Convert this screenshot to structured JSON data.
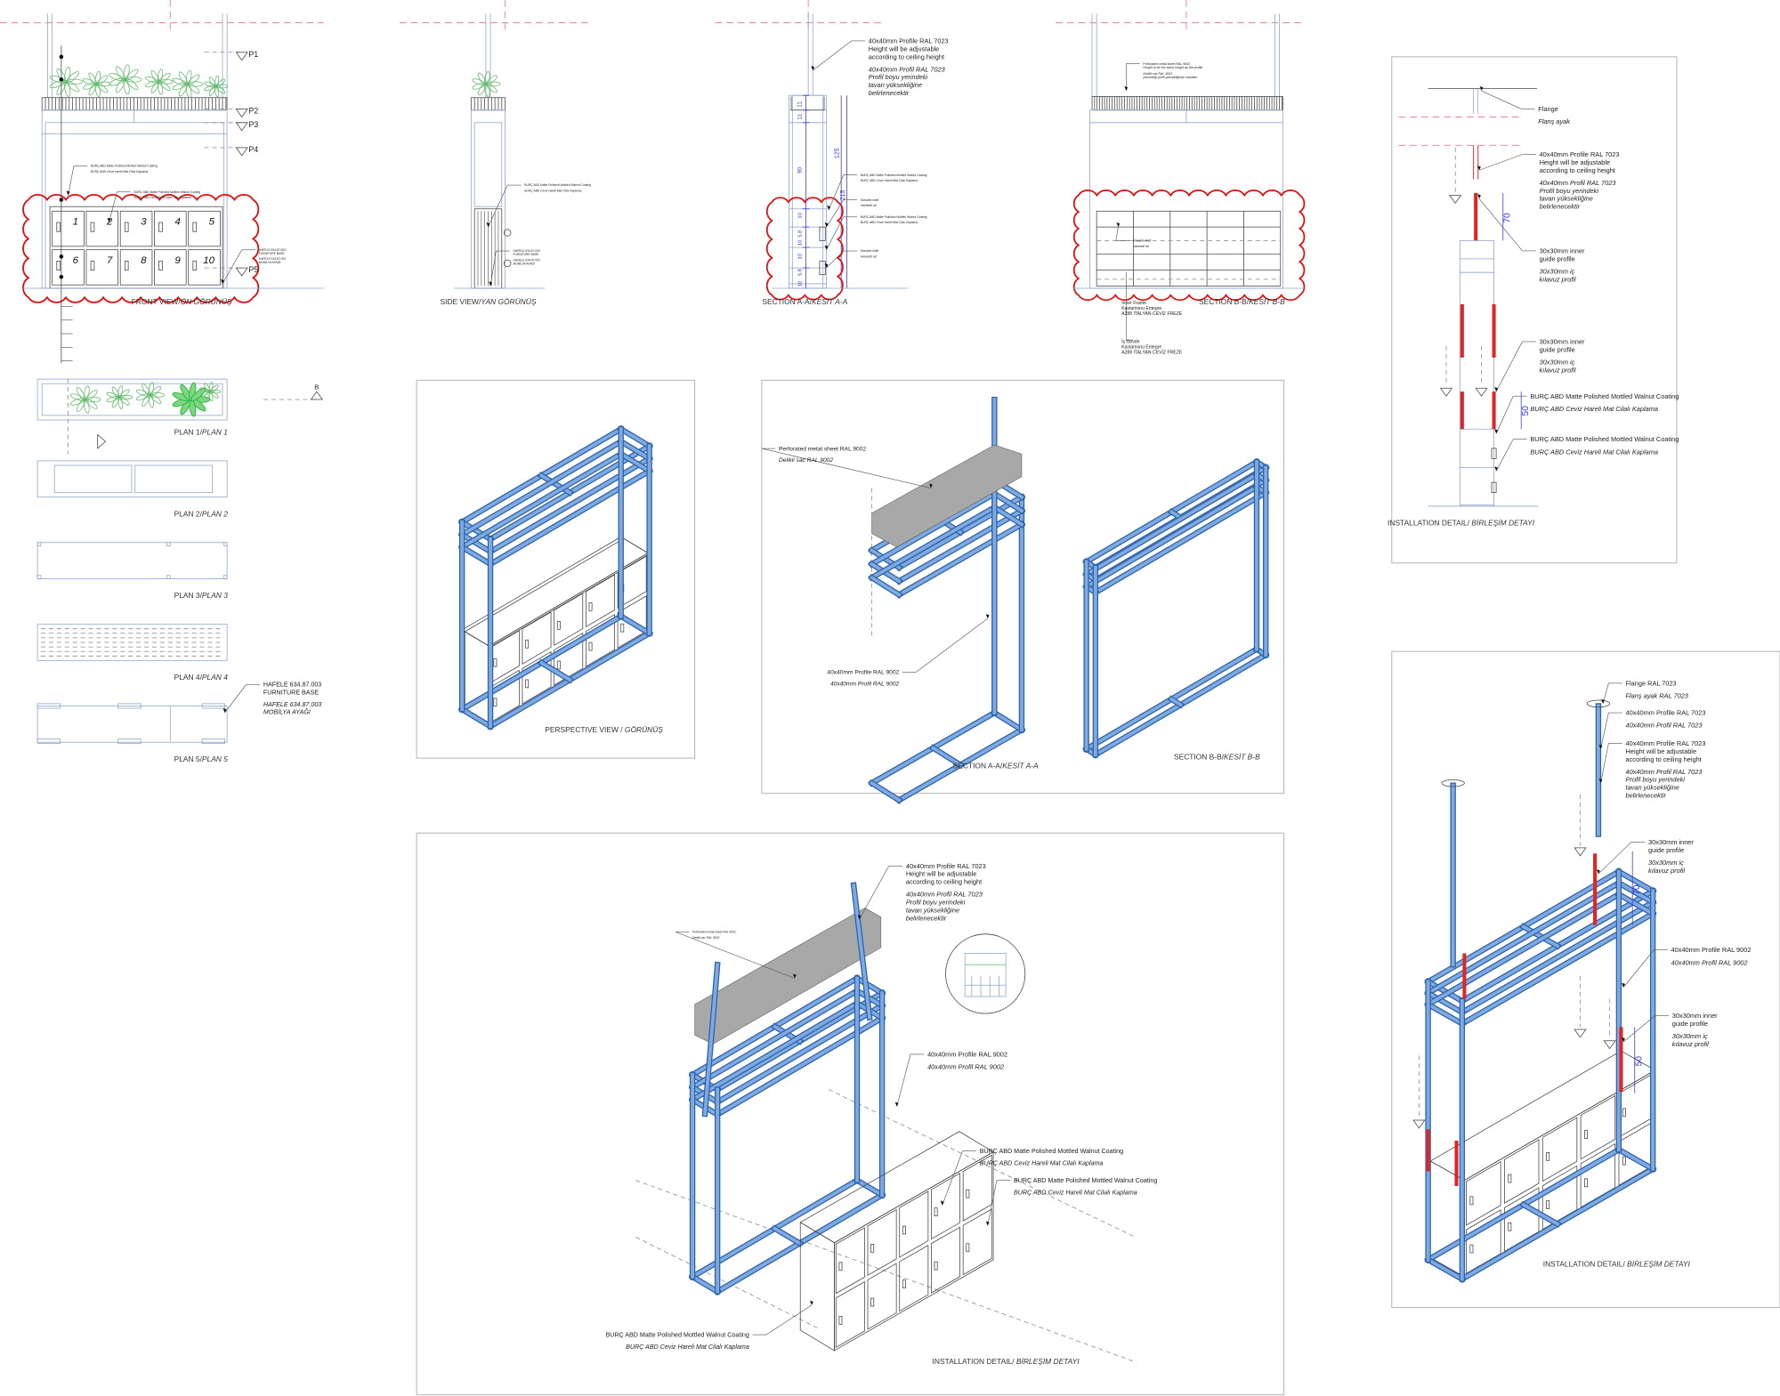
{
  "titles": {
    "front": {
      "main": "FRONT VIEW/",
      "italic": "ÖN GÖRÜNÜŞ"
    },
    "side": {
      "main": "SIDE VIEW/",
      "italic": "YAN GÖRÜNÜŞ"
    },
    "secA": {
      "main": "SECTION A-A/",
      "italic": "KESİT A-A"
    },
    "secB": {
      "main": "SECTION B-B/",
      "italic": "KESİT B-B"
    },
    "plan1": {
      "main": "PLAN 1/",
      "italic": "PLAN 1"
    },
    "plan2": {
      "main": "PLAN 2/",
      "italic": "PLAN 2"
    },
    "plan3": {
      "main": "PLAN 3/",
      "italic": "PLAN 3"
    },
    "plan4": {
      "main": "PLAN 4/",
      "italic": "PLAN 4"
    },
    "plan5": {
      "main": "PLAN 5/",
      "italic": "PLAN 5"
    },
    "persp": {
      "main": "PERSPECTIVE VIEW / ",
      "italic": "GÖRÜNÜŞ"
    },
    "isoA": {
      "main": "SECTION A-A/",
      "italic": "KESİT A-A"
    },
    "isoB": {
      "main": "SECTION B-B/",
      "italic": "KESİT B-B"
    },
    "install_bottom": {
      "main": "INSTALLATION DETAIL/ ",
      "italic": "BİRLEŞİM DETAYI"
    },
    "install_rt": {
      "main": "INSTALLATION DETAIL/ ",
      "italic": "BİRLEŞİM DETAYI"
    },
    "install_rb": {
      "main": "INSTALLATION DETAIL/ ",
      "italic": "BİRLEŞİM DETAYI"
    }
  },
  "levels": [
    "P1",
    "P2",
    "P3",
    "P4",
    "P5"
  ],
  "locker_numbers": [
    "1",
    "2",
    "3",
    "4",
    "5",
    "6",
    "7",
    "8",
    "9",
    "10"
  ],
  "section_marker": "B",
  "dims": {
    "a11a": "11",
    "a11b": "11",
    "a90": "90",
    "a125": "125",
    "a215": "215",
    "a10a": "10",
    "a58a": "5.8",
    "a10b": "10",
    "a10c": "10",
    "a58b": "5.8",
    "a10d": "10",
    "rt70": "70",
    "rt50": "50",
    "rb70": "70",
    "rb50": "50"
  },
  "notes": {
    "fv_coat": {
      "lines": [
        "BURÇ ABD Matte Polished Mottled Walnut Coating"
      ],
      "italic": [
        "BURÇ ABD Ceviz Hareli Mat Cilalı Kaplama"
      ]
    },
    "fv_coat2": {
      "lines": [
        "BURÇ ABD Matte Polished Mottled Walnut Coating"
      ],
      "italic": [
        "BURÇ ABD Ceviz Hareli Mat Cilalı Kaplama"
      ]
    },
    "fv_base": {
      "lines": [
        "HAFELE 634.87.003",
        "FURNITURE BASE"
      ],
      "italic": [
        "HAFELE 634.87.003",
        "MOBİLYA AYAĞI"
      ]
    },
    "sv_coat": {
      "lines": [
        "BURÇ ABD Matte Polished Mottled Walnut Coating"
      ],
      "italic": [
        "BURÇ ABD Ceviz Hareli Mat Cilalı Kaplama"
      ]
    },
    "sv_base": {
      "lines": [
        "HAFELE 634.87.003",
        "FURNITURE BASE"
      ],
      "italic": [
        "HAFELE 634.87.003",
        "MOBİLYA AYAĞI"
      ]
    },
    "sa_profile": {
      "lines": [
        "40x40mm Profile RAL 7023",
        "Height will be adjustable",
        "according to ceiling height"
      ],
      "italic": [
        "40x40mm Profil RAL 7023",
        "Profil boyu yerindeki",
        "tavan yüksekliğine",
        "belirlenecektir"
      ]
    },
    "sa_coat1": {
      "lines": [
        "BURÇ ABD Matte Polished Mottled Walnut Coating"
      ],
      "italic": [
        "BURÇ ABD Ceviz Hareli Mat Cilalı Kaplama"
      ]
    },
    "sa_shelf1": {
      "lines": [
        "Movable shelf"
      ],
      "italic": [
        "Hareketli raf"
      ]
    },
    "sa_coat2": {
      "lines": [
        "BURÇ ABD Matte Polished Mottled Walnut Coating"
      ],
      "italic": [
        "BURÇ ABD Ceviz Hareli Mat Cilalı Kaplama"
      ]
    },
    "sa_shelf2": {
      "lines": [
        "Movable shelf"
      ],
      "italic": [
        "Hareketli raf"
      ]
    },
    "sb_perf": {
      "lines": [
        "Perforated metal sheet RAL 9002",
        "Height to be the same height as the profile"
      ],
      "italic": [
        "Delikli sac RAL 9002",
        "yüksekliği profil yüksekliğinde olacaktır"
      ]
    },
    "sb_shelf": {
      "lines": [
        "Movable shelf"
      ],
      "italic": [
        "Hareketli raf"
      ]
    },
    "sb_inner": {
      "lines": [
        "Inner Frame",
        "Kastamonu Entegre",
        "A288 İTALYAN CEVİZ FREZE"
      ]
    },
    "sb_body": {
      "lines": [
        "İç Gövde",
        "Kastamonu Entegre",
        "A288 İTALYAN CEVİZ FREZE"
      ]
    },
    "p5_base": {
      "lines": [
        "HAFELE 634.87.003",
        "FURNITURE BASE"
      ],
      "italic": [
        "HAFELE 634.87.003",
        "MOBİLYA AYAĞI"
      ]
    },
    "iso_perf": {
      "lines": [
        "Perforated metal sheet RAL 9002"
      ],
      "italic": [
        "Delikli sac RAL 9002"
      ]
    },
    "iso_prof": {
      "lines": [
        "40x40mm Profile RAL 9002"
      ],
      "italic": [
        "40x40mm Profil RAL 9002"
      ]
    },
    "bi_profile": {
      "lines": [
        "40x40mm Profile RAL 7023",
        "Height will be adjustable",
        "according to ceiling height"
      ],
      "italic": [
        "40x40mm Profil RAL 7023",
        "Profil boyu yerindeki",
        "tavan yüksekliğine",
        "belirlenecektir"
      ]
    },
    "bi_perf": {
      "lines": [
        "Perforated metal sheet RAL 9002"
      ],
      "italic": [
        "Delikli sac RAL 9002"
      ]
    },
    "bi_prof9002": {
      "lines": [
        "40x40mm Profile RAL 9002"
      ],
      "italic": [
        "40x40mm Profil RAL 9002"
      ]
    },
    "bi_coat1": {
      "lines": [
        "BURÇ ABD Matte Polished Mottled Walnut Coating"
      ],
      "italic": [
        "BURÇ ABD Ceviz Hareli Mat Cilalı Kaplama"
      ]
    },
    "bi_coat2": {
      "lines": [
        "BURÇ ABD Matte Polished Mottled Walnut Coating"
      ],
      "italic": [
        "BURÇ ABD Ceviz Hareli Mat Cilalı Kaplama"
      ]
    },
    "bi_coat3": {
      "lines": [
        "BURÇ ABD Matte Polished Mottled Walnut Coating"
      ],
      "italic": [
        "BURÇ ABD Ceviz Hareli Mat Cilalı Kaplama"
      ]
    },
    "rt_flange": {
      "lines": [
        "Flange"
      ],
      "italic": [
        "Flanş ayak"
      ]
    },
    "rt_profile": {
      "lines": [
        "40x40mm Profile RAL 7023",
        "Height will be adjustable",
        "according to ceiling height"
      ],
      "italic": [
        "40x40mm Profil RAL 7023",
        "Profil boyu yerindeki",
        "tavan yüksekliğine",
        "belirlenecektir"
      ]
    },
    "rt_guide1": {
      "lines": [
        "30x30mm inner",
        "guide profile"
      ],
      "italic": [
        "30x30mm iç",
        "kılavuz profil"
      ]
    },
    "rt_guide2": {
      "lines": [
        "30x30mm inner",
        "guide profile"
      ],
      "italic": [
        "30x30mm iç",
        "kılavuz profil"
      ]
    },
    "rt_coat1": {
      "lines": [
        "BURÇ ABD Matte Polished Mottled Walnut Coating"
      ],
      "italic": [
        "BURÇ ABD Ceviz Hareli Mat Cilalı Kaplama"
      ]
    },
    "rt_coat2": {
      "lines": [
        "BURÇ ABD Matte Polished Mottled Walnut Coating"
      ],
      "italic": [
        "BURÇ ABD Ceviz Hareli Mat Cilalı Kaplama"
      ]
    },
    "rb_flange": {
      "lines": [
        "Flange RAL 7023"
      ],
      "italic": [
        "Flanş ayak RAL 7023"
      ]
    },
    "rb_prof7023": {
      "lines": [
        "40x40mm Profile RAL 7023"
      ],
      "italic": [
        "40x40mm Profil RAL 7023"
      ]
    },
    "rb_adjust": {
      "lines": [
        "40x40mm Profile RAL 7023",
        "Height will be adjustable",
        "according to ceiling height"
      ],
      "italic": [
        "40x40mm Profil RAL 7023",
        "Profil boyu yerindeki",
        "tavan yüksekliğine",
        "belirlenecektir"
      ]
    },
    "rb_guide1": {
      "lines": [
        "30x30mm inner",
        "guide profile"
      ],
      "italic": [
        "30x30mm iç",
        "kılavuz profil"
      ]
    },
    "rb_prof9002": {
      "lines": [
        "40x40mm Profile RAL 9002"
      ],
      "italic": [
        "40x40mm Profil RAL 9002"
      ]
    },
    "rb_guide2": {
      "lines": [
        "30x30mm inner",
        "guide profile"
      ],
      "italic": [
        "30x30mm iç",
        "kılavuz profil"
      ]
    }
  },
  "colors": {
    "frame_blue": "#7eaae2",
    "frame_outline": "#2f62a8",
    "revision_red": "#e01010",
    "dimension_blue": "#3535e0",
    "guide_red": "#e02525"
  }
}
